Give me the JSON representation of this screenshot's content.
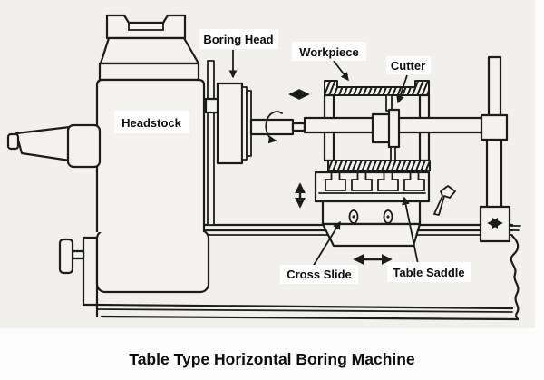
{
  "diagram": {
    "title": "Table Type Horizontal Boring Machine",
    "labels": {
      "headstock": "Headstock",
      "boring_head": "Boring Head",
      "workpiece": "Workpiece",
      "cutter": "Cutter",
      "cross_slide": "Cross Slide",
      "table_saddle": "Table Saddle"
    },
    "colors": {
      "line": "#1c1c1c",
      "canvas_bg": "#f2f0ec",
      "label_bg": "#ffffff",
      "page_bg": "#fdfdfd"
    },
    "motion_arrow_icons": [
      "spindle-axial-feed-arrow",
      "spindle-rotation-arrow",
      "table-vertical-motion-arrow",
      "table-cross-motion-arrow",
      "column-traverse-arrow"
    ]
  }
}
